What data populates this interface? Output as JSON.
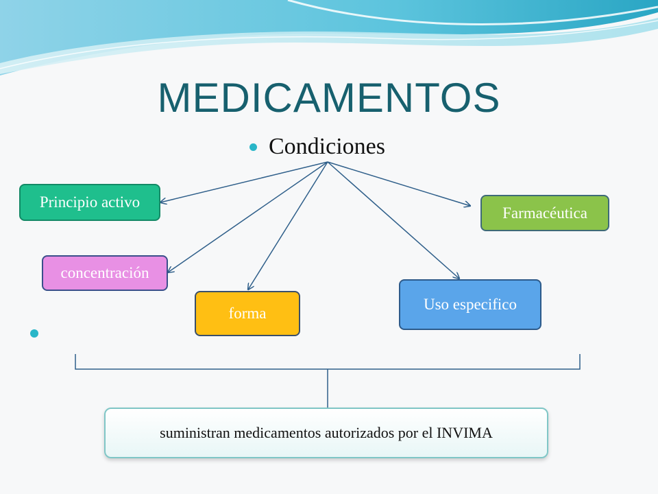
{
  "title": "MEDICAMENTOS",
  "subtitle": "Condiciones",
  "nodes": {
    "principio_activo": "Principio activo",
    "farmaceutica": "Farmacéutica",
    "concentracion": "concentración",
    "forma": "forma",
    "uso_especifico": "Uso especifico"
  },
  "summary": "suministran medicamentos autorizados por el INVIMA",
  "colors": {
    "title": "#17606e",
    "bullet": "#29b6c8",
    "principio_activo": "#1fbf8d",
    "farmaceutica": "#8bc34a",
    "concentracion": "#e890e4",
    "forma": "#ffbf13",
    "uso_especifico": "#5aa5ea",
    "arrows": "#2f5f8a"
  }
}
